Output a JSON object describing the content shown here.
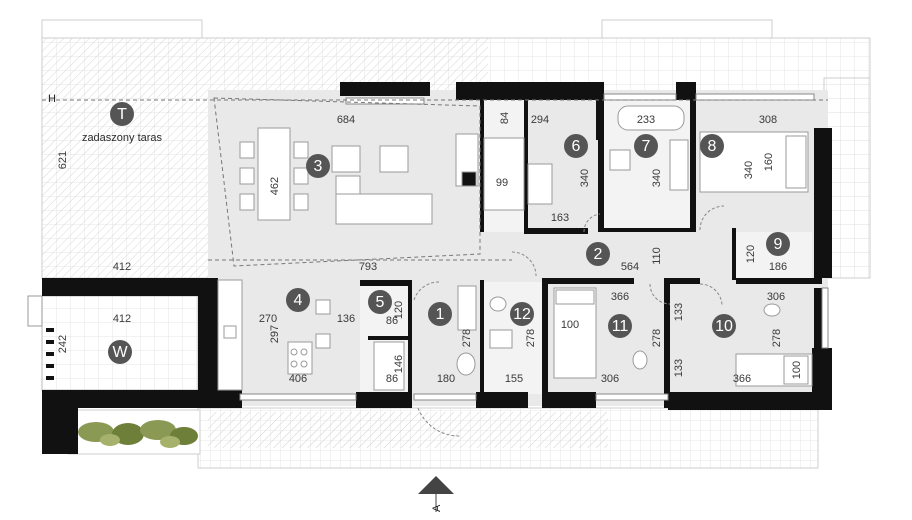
{
  "terrace": {
    "letter": "T",
    "label": "zadaszony taras"
  },
  "garden": {
    "letter": "W"
  },
  "section_mark": "A",
  "side_mark": "H",
  "rooms": [
    {
      "number": "1"
    },
    {
      "number": "2"
    },
    {
      "number": "3"
    },
    {
      "number": "4"
    },
    {
      "number": "5"
    },
    {
      "number": "6"
    },
    {
      "number": "7"
    },
    {
      "number": "8"
    },
    {
      "number": "9"
    },
    {
      "number": "10"
    },
    {
      "number": "11"
    },
    {
      "number": "12"
    }
  ],
  "dimensions": {
    "terrace_height": "621",
    "terrace_width": "412",
    "garden_width": "412",
    "garden_height": "242",
    "living_width": "684",
    "living_depth": "462",
    "total_width": "793",
    "bath6_top_a": "84",
    "bath6_top_b": "294",
    "bath6_height": "340",
    "bath6_bottom": "163",
    "stair_width": "99",
    "bath7_width": "233",
    "bath7_height": "340",
    "bed8_width": "308",
    "bed8_height": "340",
    "bed8_bed": "160",
    "closet9_height": "120",
    "closet9_width": "186",
    "hall_width": "564",
    "hall_height": "110",
    "kitchen_width": "270",
    "kitchen_depth": "297",
    "kitchen_bottom": "406",
    "pantry_width": "136",
    "pantry_inner": "86",
    "pantry_height": "120",
    "wc_height": "146",
    "wc_width": "86",
    "room1_height": "278",
    "room1_width": "180",
    "room12_height": "278",
    "room12_width": "155",
    "room11_top": "366",
    "room11_bed": "100",
    "room11_height": "278",
    "room11_bottom": "306",
    "closet11_height": "133",
    "room10_top": "306",
    "room10_height": "278",
    "room10_closet": "133",
    "room10_bottom": "366",
    "room10_bed": "100"
  }
}
